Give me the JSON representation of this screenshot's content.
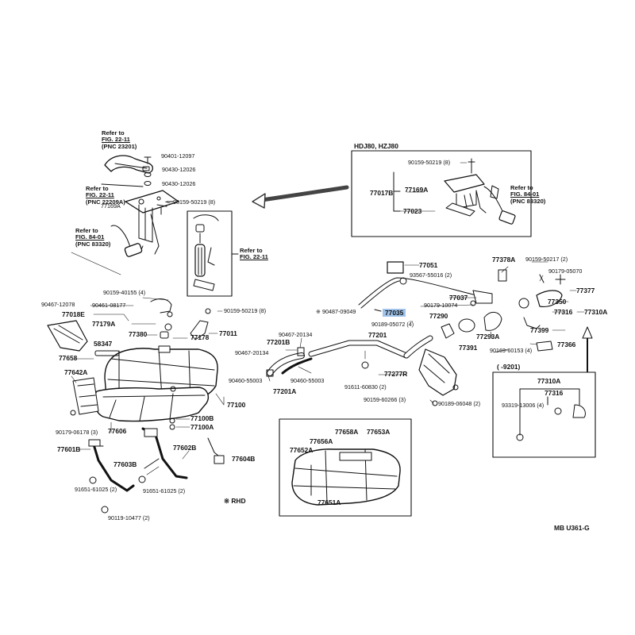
{
  "labels": {
    "refer_2211_top": {
      "l1": "Refer to",
      "l2": "FIG. 22-11",
      "l3": "(PNC 23201)"
    },
    "p90401_12097": "90401-12097",
    "p90430_12026a": "90430-12026",
    "p90430_12026b": "90430-12026",
    "refer_2211_left": {
      "l1": "Refer to",
      "l2": "FIG. 22-11",
      "l3": "(PNC 22209A)"
    },
    "p77169A_top": "77169A",
    "p90159_50219_8_a": "90159-50219 (8)",
    "refer_8401_left": {
      "l1": "Refer to",
      "l2": "FIG. 84-01",
      "l3": "(PNC 83320)"
    },
    "refer_2211_box": {
      "l1": "Refer to",
      "l2": "FIG. 22-11"
    },
    "p90159_40155_4": "90159-40155 (4)",
    "p90467_12078": "90467-12078",
    "p90461_08177": "90461-08177",
    "p77018E": "77018E",
    "p77179A": "77179A",
    "p90159_50219_8_b": "90159-50219 (8)",
    "p77380": "77380",
    "p77178": "77178",
    "p77011": "77011",
    "p58347": "58347",
    "p77658": "77658",
    "p77642A": "77642A",
    "p90179_06178_3": "90179-06178 (3)",
    "p77606": "77606",
    "p77100B": "77100B",
    "p77100A": "77100A",
    "p77100": "77100",
    "p77601B": "77601B",
    "p77603B": "77603B",
    "p77602B": "77602B",
    "p77604B": "77604B",
    "p91651_61025_2a": "91651-61025 (2)",
    "p91651_61025_2b": "91651-61025 (2)",
    "p90119_10477_2": "90119-10477 (2)",
    "rhd": "※ RHD",
    "hdj_title": "HDJ80, HZJ80",
    "p90159_50219_8_c": "90159-50219 (8)",
    "p77169A_box": "77169A",
    "p77017B": "77017B",
    "p77023": "77023",
    "refer_8401_box": {
      "l1": "Refer to",
      "l2": "FIG. 84-01",
      "l3": "(PNC 83320)"
    },
    "p77051": "77051",
    "p93567_55016_2": "93567-55016 (2)",
    "p77037": "77037",
    "p90179_10074": "90179-10074",
    "p90487_09049": "※ 90487-09049",
    "p77035": "77035",
    "p90189_05072_4": "90189-05072 (4)",
    "p77290": "77290",
    "p77378A": "77378A",
    "p90159_50217_2": "90159-50217 (2)",
    "p90179_05070": "90179-05070",
    "p77377": "77377",
    "p77350": "77350",
    "p77316_main": "77316",
    "p77310A_main": "77310A",
    "p77399": "77399",
    "p77391": "77391",
    "p77293A": "77293A",
    "p90169_60153_4": "90169-60153 (4)",
    "p77366": "77366",
    "p90467_20134_a": "90467-20134",
    "p77201B": "77201B",
    "p77201": "77201",
    "p90467_20134_b": "90467-20134",
    "p90460_55003_a": "90460-55003",
    "p90460_55003_b": "90460-55003",
    "p77201A": "77201A",
    "p91611_60830_2": "91611-60830 (2)",
    "p77277R": "77277R",
    "p90159_60266_3": "90159-60266 (3)",
    "p90189_06048_2": "90189-06048 (2)",
    "p9201": "(      -9201)",
    "p77310A_box": "77310A",
    "p77316_box": "77316",
    "p93319_13006_4": "93319-13006 (4)",
    "p77656A": "77656A",
    "p77658A": "77658A",
    "p77653A": "77653A",
    "p77652A": "77652A",
    "p77651A": "77651A",
    "code": "MB  U361-G"
  }
}
